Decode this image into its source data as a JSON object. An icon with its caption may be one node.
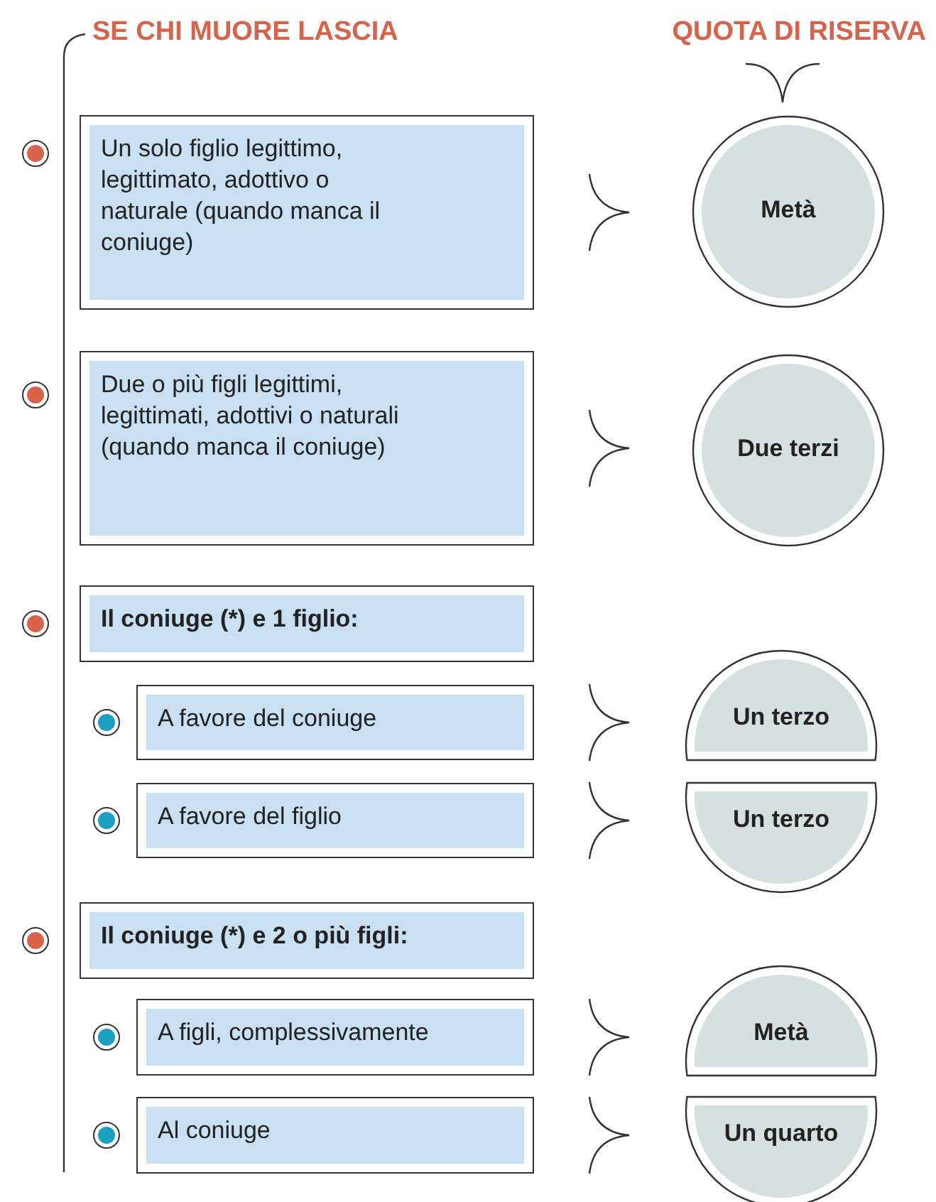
{
  "diagram": {
    "nodes": [
      {
        "text": [
          "Un solo figlio legittimo, legittimato, adottivo o naturale (quando manca il coniuge)"
        ]
      },
      {
        "text": [
          "Metà"
        ]
      },
      {
        "text": [
          "Due o più figli legittimi, legittimati, adottivi o naturali (quando manca il coniuge)"
        ]
      },
      {
        "text": [
          "Due terzi"
        ]
      },
      {
        "text": [
          "Il coniuge (*) e 1 figlio:"
        ]
      },
      {
        "text": [
          "A favore del coniuge"
        ]
      },
      {
        "text": [
          "Un terzo"
        ]
      },
      {
        "text": [
          "A favore del figlio"
        ]
      },
      {
        "text": [
          "Un terzo"
        ]
      },
      {
        "text": [
          "Il coniuge (*) e 2 o più figli:"
        ]
      },
      {
        "text": [
          "A figli, complessivamente"
        ]
      },
      {
        "text": [
          "Metà"
        ]
      },
      {
        "text": [
          "Al coniuge"
        ]
      },
      {
        "text": [
          "Un quarto"
        ]
      }
    ],
    "labels": [
      "SE CHI MUORE LASCIA",
      "QUOTA DI RISERVA"
    ]
  }
}
